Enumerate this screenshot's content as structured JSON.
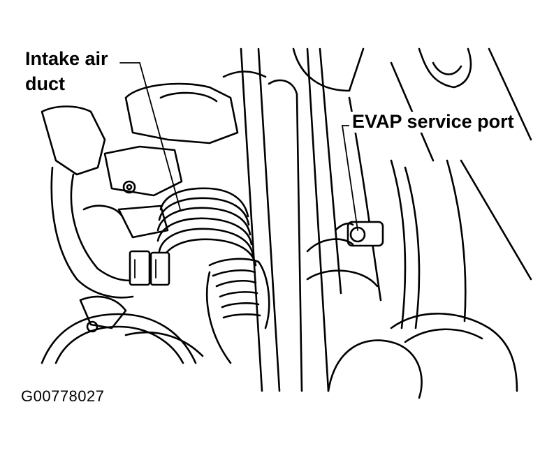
{
  "diagram": {
    "labels": {
      "intake_air_duct_line1": "Intake air",
      "intake_air_duct_line2": "duct",
      "evap_service_port": "EVAP service port"
    },
    "figure_id": "G00778027"
  }
}
